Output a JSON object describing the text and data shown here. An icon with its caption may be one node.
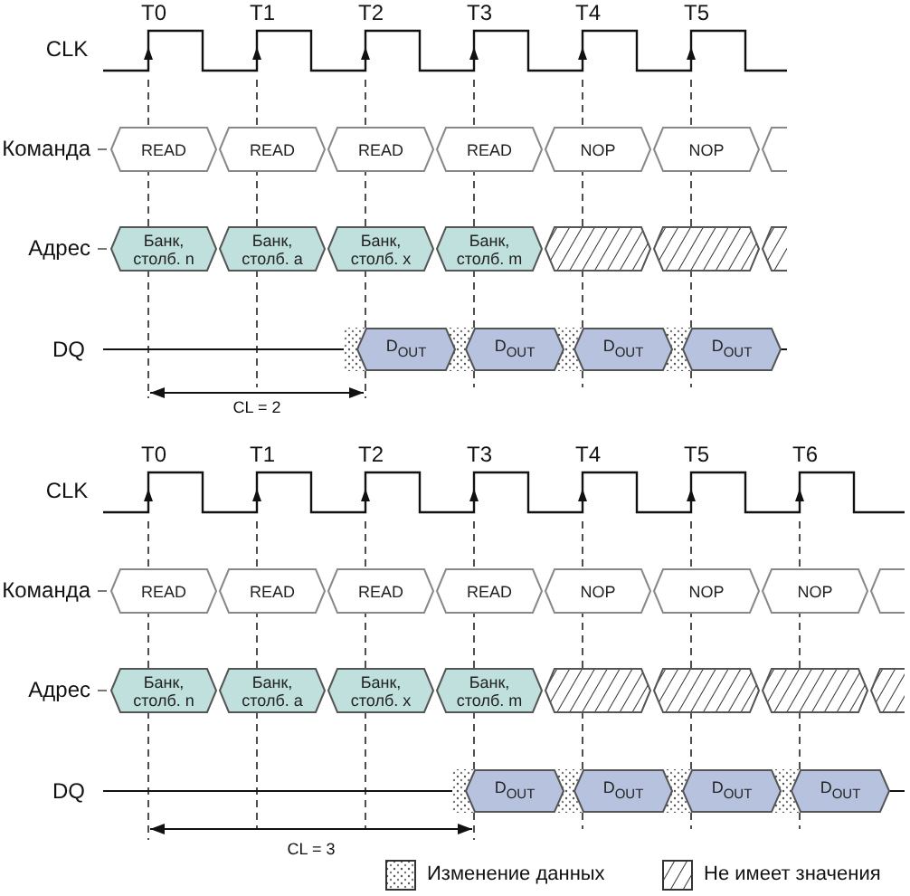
{
  "diagram": {
    "nodes": [
      {
        "text": [
          "READ"
        ]
      },
      {
        "text": [
          "READ"
        ]
      },
      {
        "text": [
          "READ"
        ]
      },
      {
        "text": [
          "READ"
        ]
      },
      {
        "text": [
          "NOP"
        ]
      },
      {
        "text": [
          "NOP"
        ]
      },
      {
        "text": [],
        "shape": "hexagon"
      },
      {
        "text": [
          "Банк, столб. n"
        ]
      },
      {
        "text": [
          "Банк, столб. a"
        ]
      },
      {
        "text": [
          "Банк, столб. x"
        ]
      },
      {
        "text": [
          "Банк, столб. m"
        ]
      },
      {
        "text": [],
        "shape": "hexagon"
      },
      {
        "text": [],
        "shape": "hexagon"
      },
      {
        "text": [],
        "shape": "hexagon"
      },
      {
        "text": [
          "D$_{OUT}$"
        ]
      },
      {
        "text": [
          "D$_{OUT}$"
        ]
      },
      {
        "text": [
          "D$_{OUT}$"
        ]
      },
      {
        "text": [
          "D$_{OUT}$"
        ]
      },
      {
        "text": [
          "READ"
        ]
      },
      {
        "text": [
          "READ"
        ]
      },
      {
        "text": [
          "READ"
        ]
      },
      {
        "text": [
          "READ"
        ]
      },
      {
        "text": [
          "NOP"
        ]
      },
      {
        "text": [
          "NOP"
        ]
      },
      {
        "text": [
          "NOP"
        ]
      },
      {
        "text": [],
        "shape": "hexagon"
      },
      {
        "text": [
          "Банк, столб. n"
        ]
      },
      {
        "text": [
          "Банк, столб. a"
        ]
      },
      {
        "text": [
          "Банк, столб. x"
        ]
      },
      {
        "text": [
          "Банк, столб. m"
        ]
      },
      {
        "text": [],
        "shape": "hexagon"
      },
      {
        "text": [],
        "shape": "hexagon"
      },
      {
        "text": [],
        "shape": "hexagon"
      },
      {
        "text": [],
        "shape": "hexagon"
      },
      {
        "text": [
          "D$_{OUT}$"
        ]
      },
      {
        "text": [
          "D$_{OUT}$"
        ]
      },
      {
        "text": [
          "D$_{OUT}$"
        ]
      },
      {
        "text": [
          "D$_{OUT}$"
        ]
      }
    ],
    "edges": [],
    "labels": [
      "T0",
      "T1",
      "T2",
      "T3",
      "T4",
      "T5",
      "CLK",
      "Команда",
      "Адрес",
      "DQ",
      "CL = 2",
      "T0",
      "T1",
      "T2",
      "T3",
      "T4",
      "T5",
      "T6",
      "CLK",
      "Команда",
      "Адрес",
      "DQ",
      "CL = 3"
    ],
    "legend": [
      {
        "text": "Изменение данных"
      },
      {
        "text": "Не имеет значения"
      }
    ]
  }
}
